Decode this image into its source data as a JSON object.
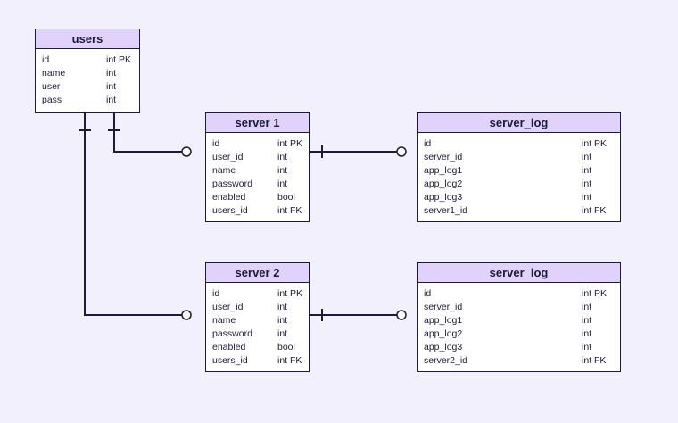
{
  "diagram": {
    "entities": {
      "users": {
        "title": "users",
        "fields": [
          {
            "name": "id",
            "type": "int PK"
          },
          {
            "name": "name",
            "type": "int"
          },
          {
            "name": "user",
            "type": "int"
          },
          {
            "name": "pass",
            "type": "int"
          }
        ]
      },
      "server1": {
        "title": "server 1",
        "fields": [
          {
            "name": "id",
            "type": "int PK"
          },
          {
            "name": "user_id",
            "type": "int"
          },
          {
            "name": "name",
            "type": "int"
          },
          {
            "name": "password",
            "type": "int"
          },
          {
            "name": "enabled",
            "type": "bool"
          },
          {
            "name": "users_id",
            "type": "int FK"
          }
        ]
      },
      "server_log_1": {
        "title": "server_log",
        "fields": [
          {
            "name": "id",
            "type": "int PK"
          },
          {
            "name": "server_id",
            "type": "int"
          },
          {
            "name": "app_log1",
            "type": "int"
          },
          {
            "name": "app_log2",
            "type": "int"
          },
          {
            "name": "app_log3",
            "type": "int"
          },
          {
            "name": "server1_id",
            "type": "int FK"
          }
        ]
      },
      "server2": {
        "title": "server 2",
        "fields": [
          {
            "name": "id",
            "type": "int PK"
          },
          {
            "name": "user_id",
            "type": "int"
          },
          {
            "name": "name",
            "type": "int"
          },
          {
            "name": "password",
            "type": "int"
          },
          {
            "name": "enabled",
            "type": "bool"
          },
          {
            "name": "users_id",
            "type": "int FK"
          }
        ]
      },
      "server_log_2": {
        "title": "server_log",
        "fields": [
          {
            "name": "id",
            "type": "int PK"
          },
          {
            "name": "server_id",
            "type": "int"
          },
          {
            "name": "app_log1",
            "type": "int"
          },
          {
            "name": "app_log2",
            "type": "int"
          },
          {
            "name": "app_log3",
            "type": "int"
          },
          {
            "name": "server2_id",
            "type": "int FK"
          }
        ]
      }
    },
    "relationships": [
      {
        "from": "users",
        "to": "server 1",
        "from_end": "one",
        "to_end": "zero-or-many"
      },
      {
        "from": "users",
        "to": "server 2",
        "from_end": "one",
        "to_end": "zero-or-many"
      },
      {
        "from": "server 1",
        "to": "server_log",
        "from_end": "one",
        "to_end": "zero-or-many"
      },
      {
        "from": "server 2",
        "to": "server_log",
        "from_end": "one",
        "to_end": "zero-or-many"
      }
    ],
    "colors": {
      "background": "#f3f0fd",
      "header_fill": "#e1d2fb",
      "stroke": "#1c1b3a",
      "body_fill": "#ffffff"
    }
  }
}
